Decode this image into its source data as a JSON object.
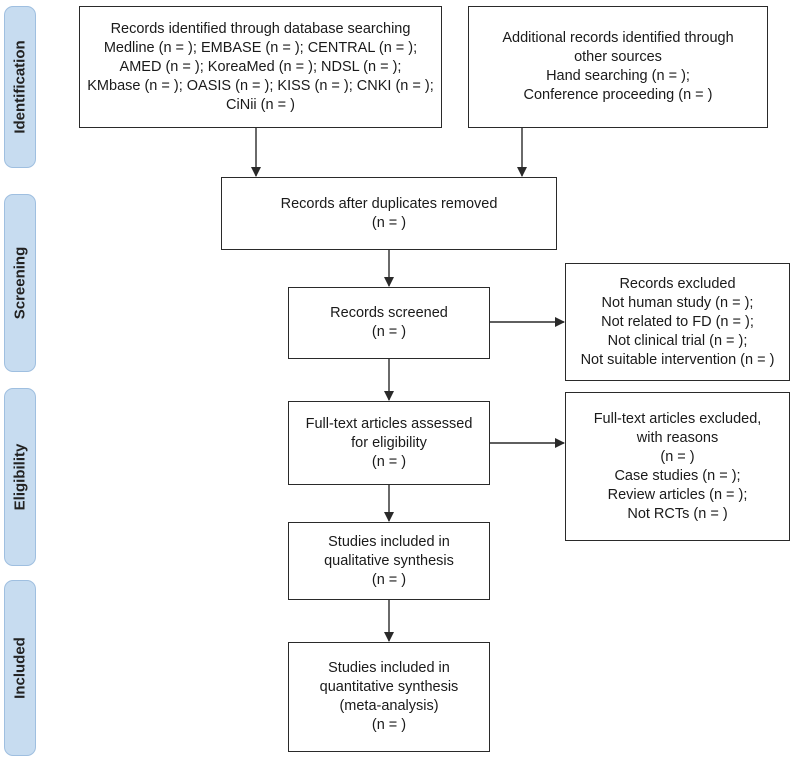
{
  "phases": [
    {
      "id": "identification",
      "label": "Identification"
    },
    {
      "id": "screening",
      "label": "Screening"
    },
    {
      "id": "eligibility",
      "label": "Eligibility"
    },
    {
      "id": "included",
      "label": "Included"
    }
  ],
  "boxes": {
    "database_search": [
      "Records identified through database searching",
      "Medline (n = ); EMBASE (n = ); CENTRAL (n = );",
      "AMED (n = ); KoreaMed (n = ); NDSL (n = );",
      "KMbase (n = ); OASIS (n = ); KISS (n = ); CNKI (n = );",
      "CiNii (n = )"
    ],
    "other_sources": [
      "Additional records identified through",
      "other sources",
      "Hand searching (n = );",
      "Conference proceeding (n = )"
    ],
    "duplicates_removed": [
      "Records after duplicates removed",
      "(n =   )"
    ],
    "records_screened": [
      "Records screened",
      "(n =   )"
    ],
    "records_excluded": [
      "Records excluded",
      "Not human study (n = );",
      "Not related to FD (n = );",
      "Not clinical trial (n = );",
      "Not suitable intervention (n = )"
    ],
    "fulltext_assessed": [
      "Full-text articles assessed",
      "for eligibility",
      "(n =   )"
    ],
    "fulltext_excluded": [
      "Full-text articles excluded,",
      "with reasons",
      "(n =   )",
      "Case studies (n = );",
      "Review articles (n = );",
      "Not RCTs (n = )"
    ],
    "qualitative": [
      "Studies included in",
      "qualitative synthesis",
      "(n =   )"
    ],
    "quantitative": [
      "Studies included in",
      "quantitative synthesis",
      "(meta-analysis)",
      "(n =   )"
    ]
  }
}
